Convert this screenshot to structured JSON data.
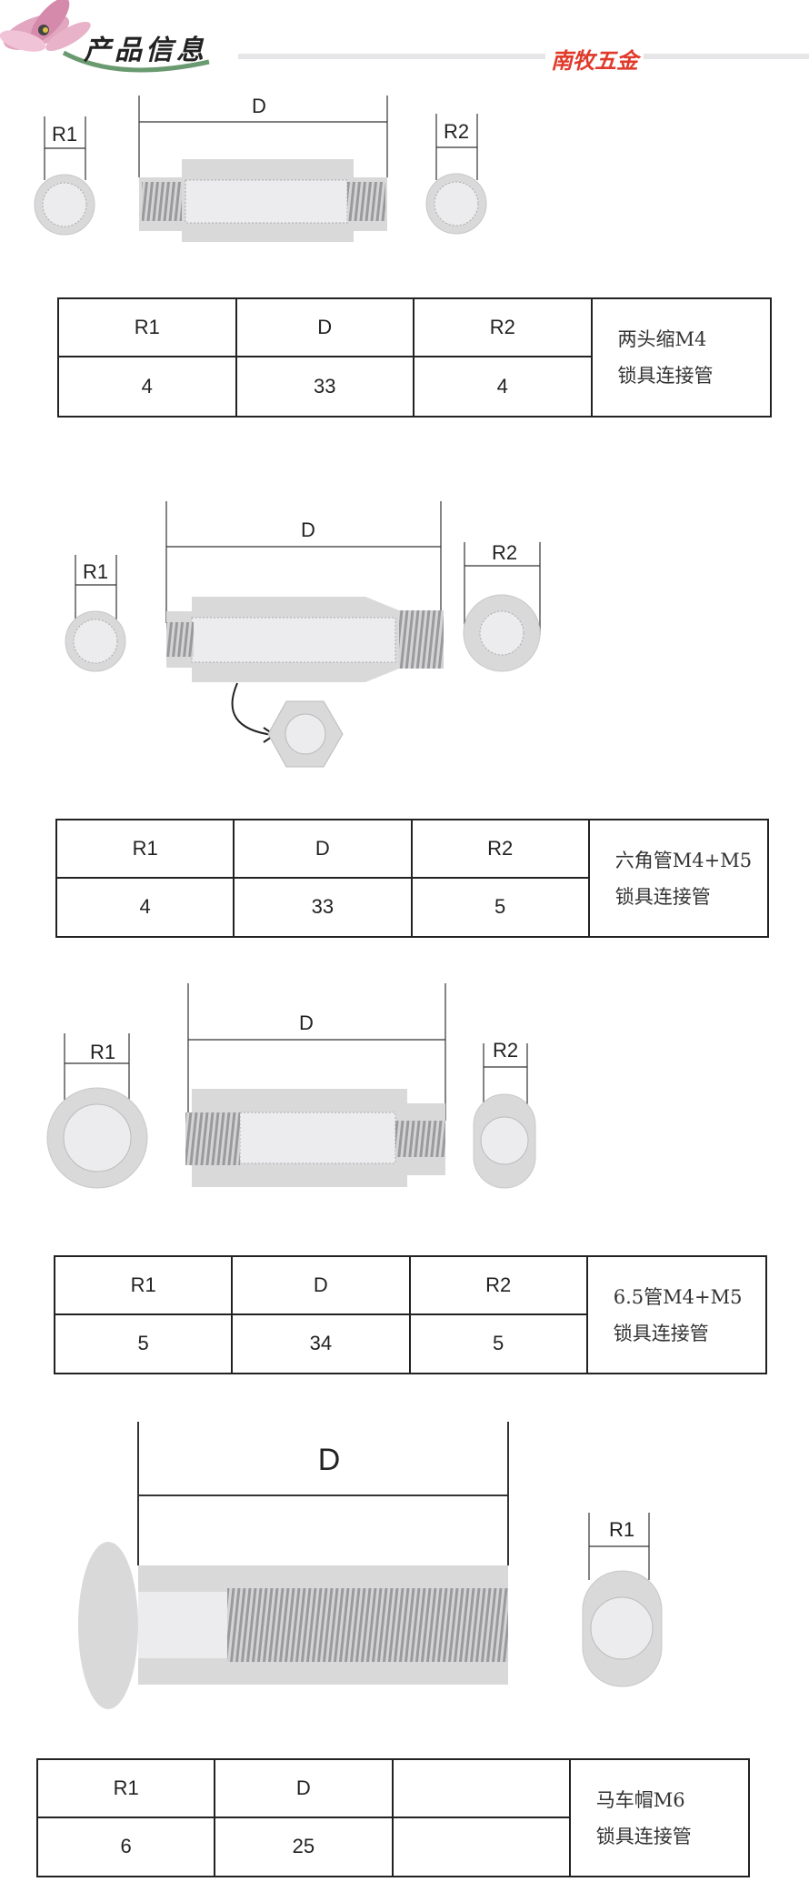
{
  "header": {
    "title": "产品信息",
    "brand": "南牧五金"
  },
  "labels": {
    "r1": "R1",
    "r2": "R2",
    "d": "D"
  },
  "tables": [
    {
      "headers": [
        "R1",
        "D",
        "R2"
      ],
      "values": [
        "4",
        "33",
        "4"
      ],
      "name_line1": "两头缩M4",
      "name_line2": "锁具连接管"
    },
    {
      "headers": [
        "R1",
        "D",
        "R2"
      ],
      "values": [
        "4",
        "33",
        "5"
      ],
      "name_line1": "六角管M4+M5",
      "name_line2": "锁具连接管"
    },
    {
      "headers": [
        "R1",
        "D",
        "R2"
      ],
      "values": [
        "5",
        "34",
        "5"
      ],
      "name_line1": "6.5管M4+M5",
      "name_line2": "锁具连接管"
    },
    {
      "headers": [
        "R1",
        "D",
        ""
      ],
      "values": [
        "6",
        "25",
        ""
      ],
      "name_line1": "马车帽M6",
      "name_line2": "锁具连接管"
    }
  ],
  "colors": {
    "part": "#d9d9da",
    "bore": "#ececee",
    "thread": "#9a9a9c",
    "brand": "#e03a2a"
  }
}
